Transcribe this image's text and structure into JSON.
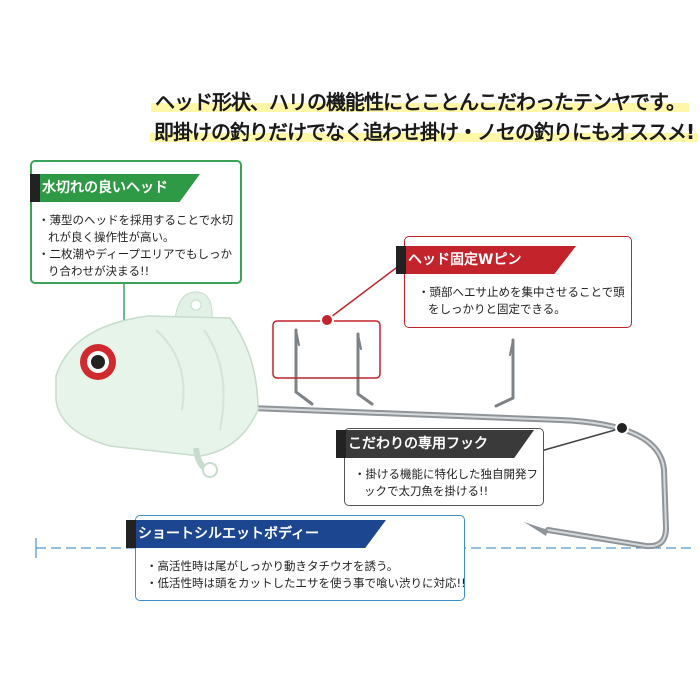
{
  "headline": {
    "line1": "ヘッド形状、ハリの機能性にとことんこだわったテンヤです。",
    "line2": "即掛けの釣りだけでなく追わせ掛け・ノセの釣りにもオススメ!"
  },
  "callouts": {
    "head": {
      "title": "水切れの良いヘッド",
      "bullets": [
        "薄型のヘッドを採用することで水切れが良く操作性が高い。",
        "二枚潮やディープエリアでもしっかり合わせが決まる!!"
      ]
    },
    "pin": {
      "title": "ヘッド固定Wピン",
      "bullets": [
        "頭部へエサ止めを集中させることで頭をしっかりと固定できる。"
      ]
    },
    "hook": {
      "title": "こだわりの専用フック",
      "bullets": [
        "掛ける機能に特化した独自開発フックで太刀魚を掛ける!!"
      ]
    },
    "silhouette": {
      "title": "ショートシルエットボディー",
      "bullets": [
        "高活性時は尾がしっかり動きタチウオを誘う。",
        "低活性時は頭をカットしたエサを使う事で喰い渋りに対応!!"
      ]
    }
  },
  "colors": {
    "head_green": "#2f9a45",
    "pin_red": "#c3242b",
    "hook_gray": "#3a3a3a",
    "silhouette_blue": "#1d4690",
    "body_glow": "#e6f4ea",
    "highlight_yellow": "#fff7a8"
  }
}
